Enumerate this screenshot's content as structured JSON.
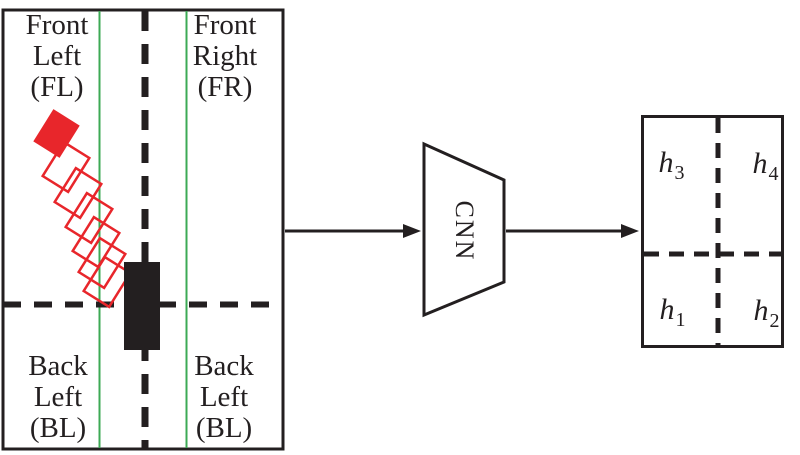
{
  "colors": {
    "vehicle_red": "#e8262b",
    "vehicle_black": "#231f20",
    "lane_green": "#3caa55"
  },
  "scene": {
    "quadrant_labels": [
      {
        "id": "front-left",
        "lines": [
          "Front",
          "Left",
          "(FL)"
        ]
      },
      {
        "id": "front-right",
        "lines": [
          "Front",
          "Right",
          "(FR)"
        ]
      },
      {
        "id": "back-left",
        "lines": [
          "Back",
          "Left",
          "(BL)"
        ]
      },
      {
        "id": "back-right",
        "lines": [
          "Back",
          "Left",
          "(BL)"
        ]
      }
    ]
  },
  "cnn": {
    "label": "CNN"
  },
  "output": {
    "cells": [
      {
        "base": "h",
        "sub": "3"
      },
      {
        "base": "h",
        "sub": "4"
      },
      {
        "base": "h",
        "sub": "1"
      },
      {
        "base": "h",
        "sub": "2"
      }
    ]
  }
}
